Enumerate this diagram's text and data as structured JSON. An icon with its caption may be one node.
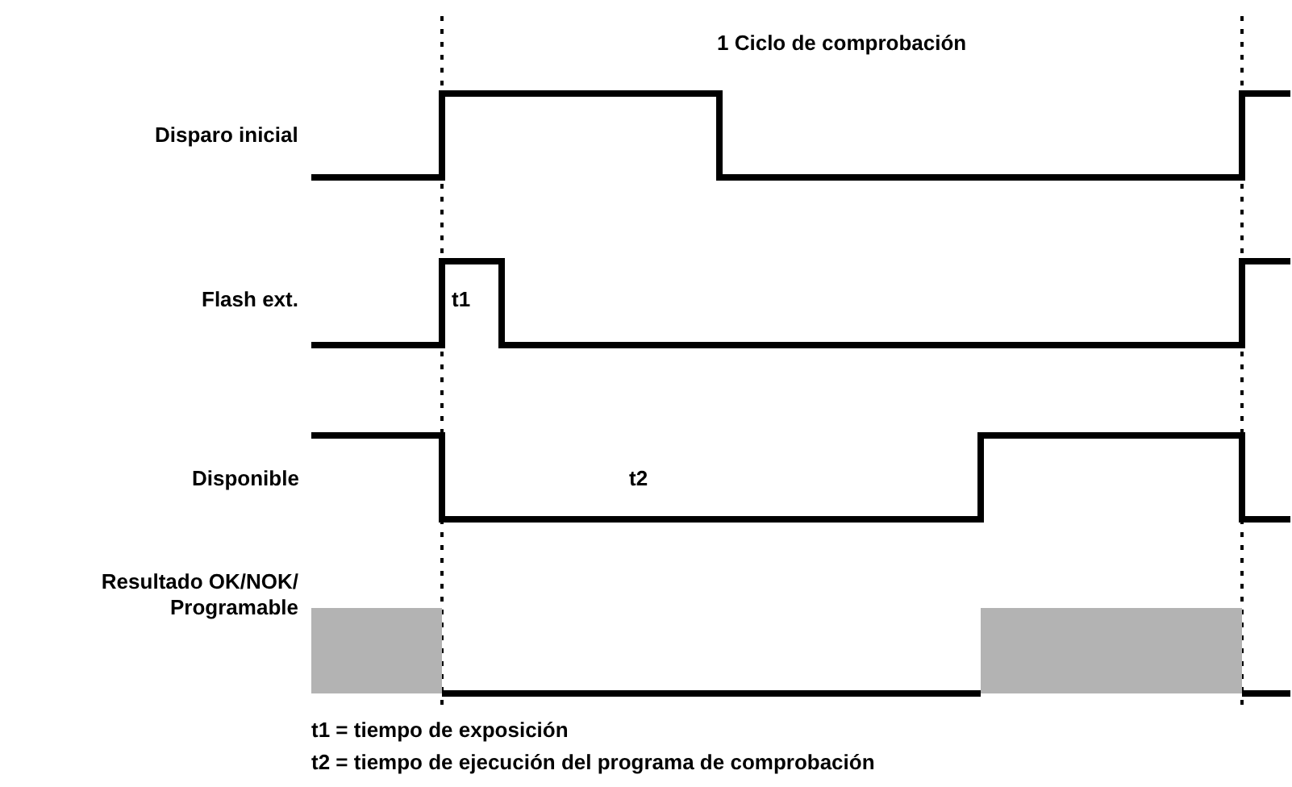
{
  "diagram": {
    "labels": [
      "1 Ciclo de comprobación",
      "Disparo inicial",
      "Flash ext.",
      "t1",
      "Disponible",
      "t2",
      "Resultado OK/NOK/ Programable",
      "t1 = tiempo de exposición",
      "t2 = tiempo de ejecución del programa de comprobación"
    ]
  }
}
